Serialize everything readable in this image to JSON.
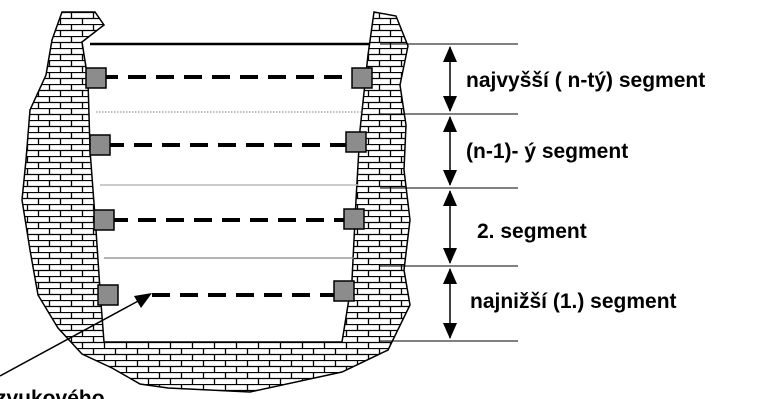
{
  "segments": [
    {
      "id": "top",
      "label": "najvyšší ( n-tý) segment"
    },
    {
      "id": "n-minus-1",
      "label": "(n-1)- ý segment"
    },
    {
      "id": "second",
      "label": "2. segment"
    },
    {
      "id": "bottom",
      "label": "najnižší (1.) segment"
    }
  ],
  "bottom_left_label": "zvukového",
  "colors": {
    "ink": "#000000",
    "wall": "#000000",
    "sensor_fill": "#8c8c8c",
    "paper": "#ffffff"
  }
}
